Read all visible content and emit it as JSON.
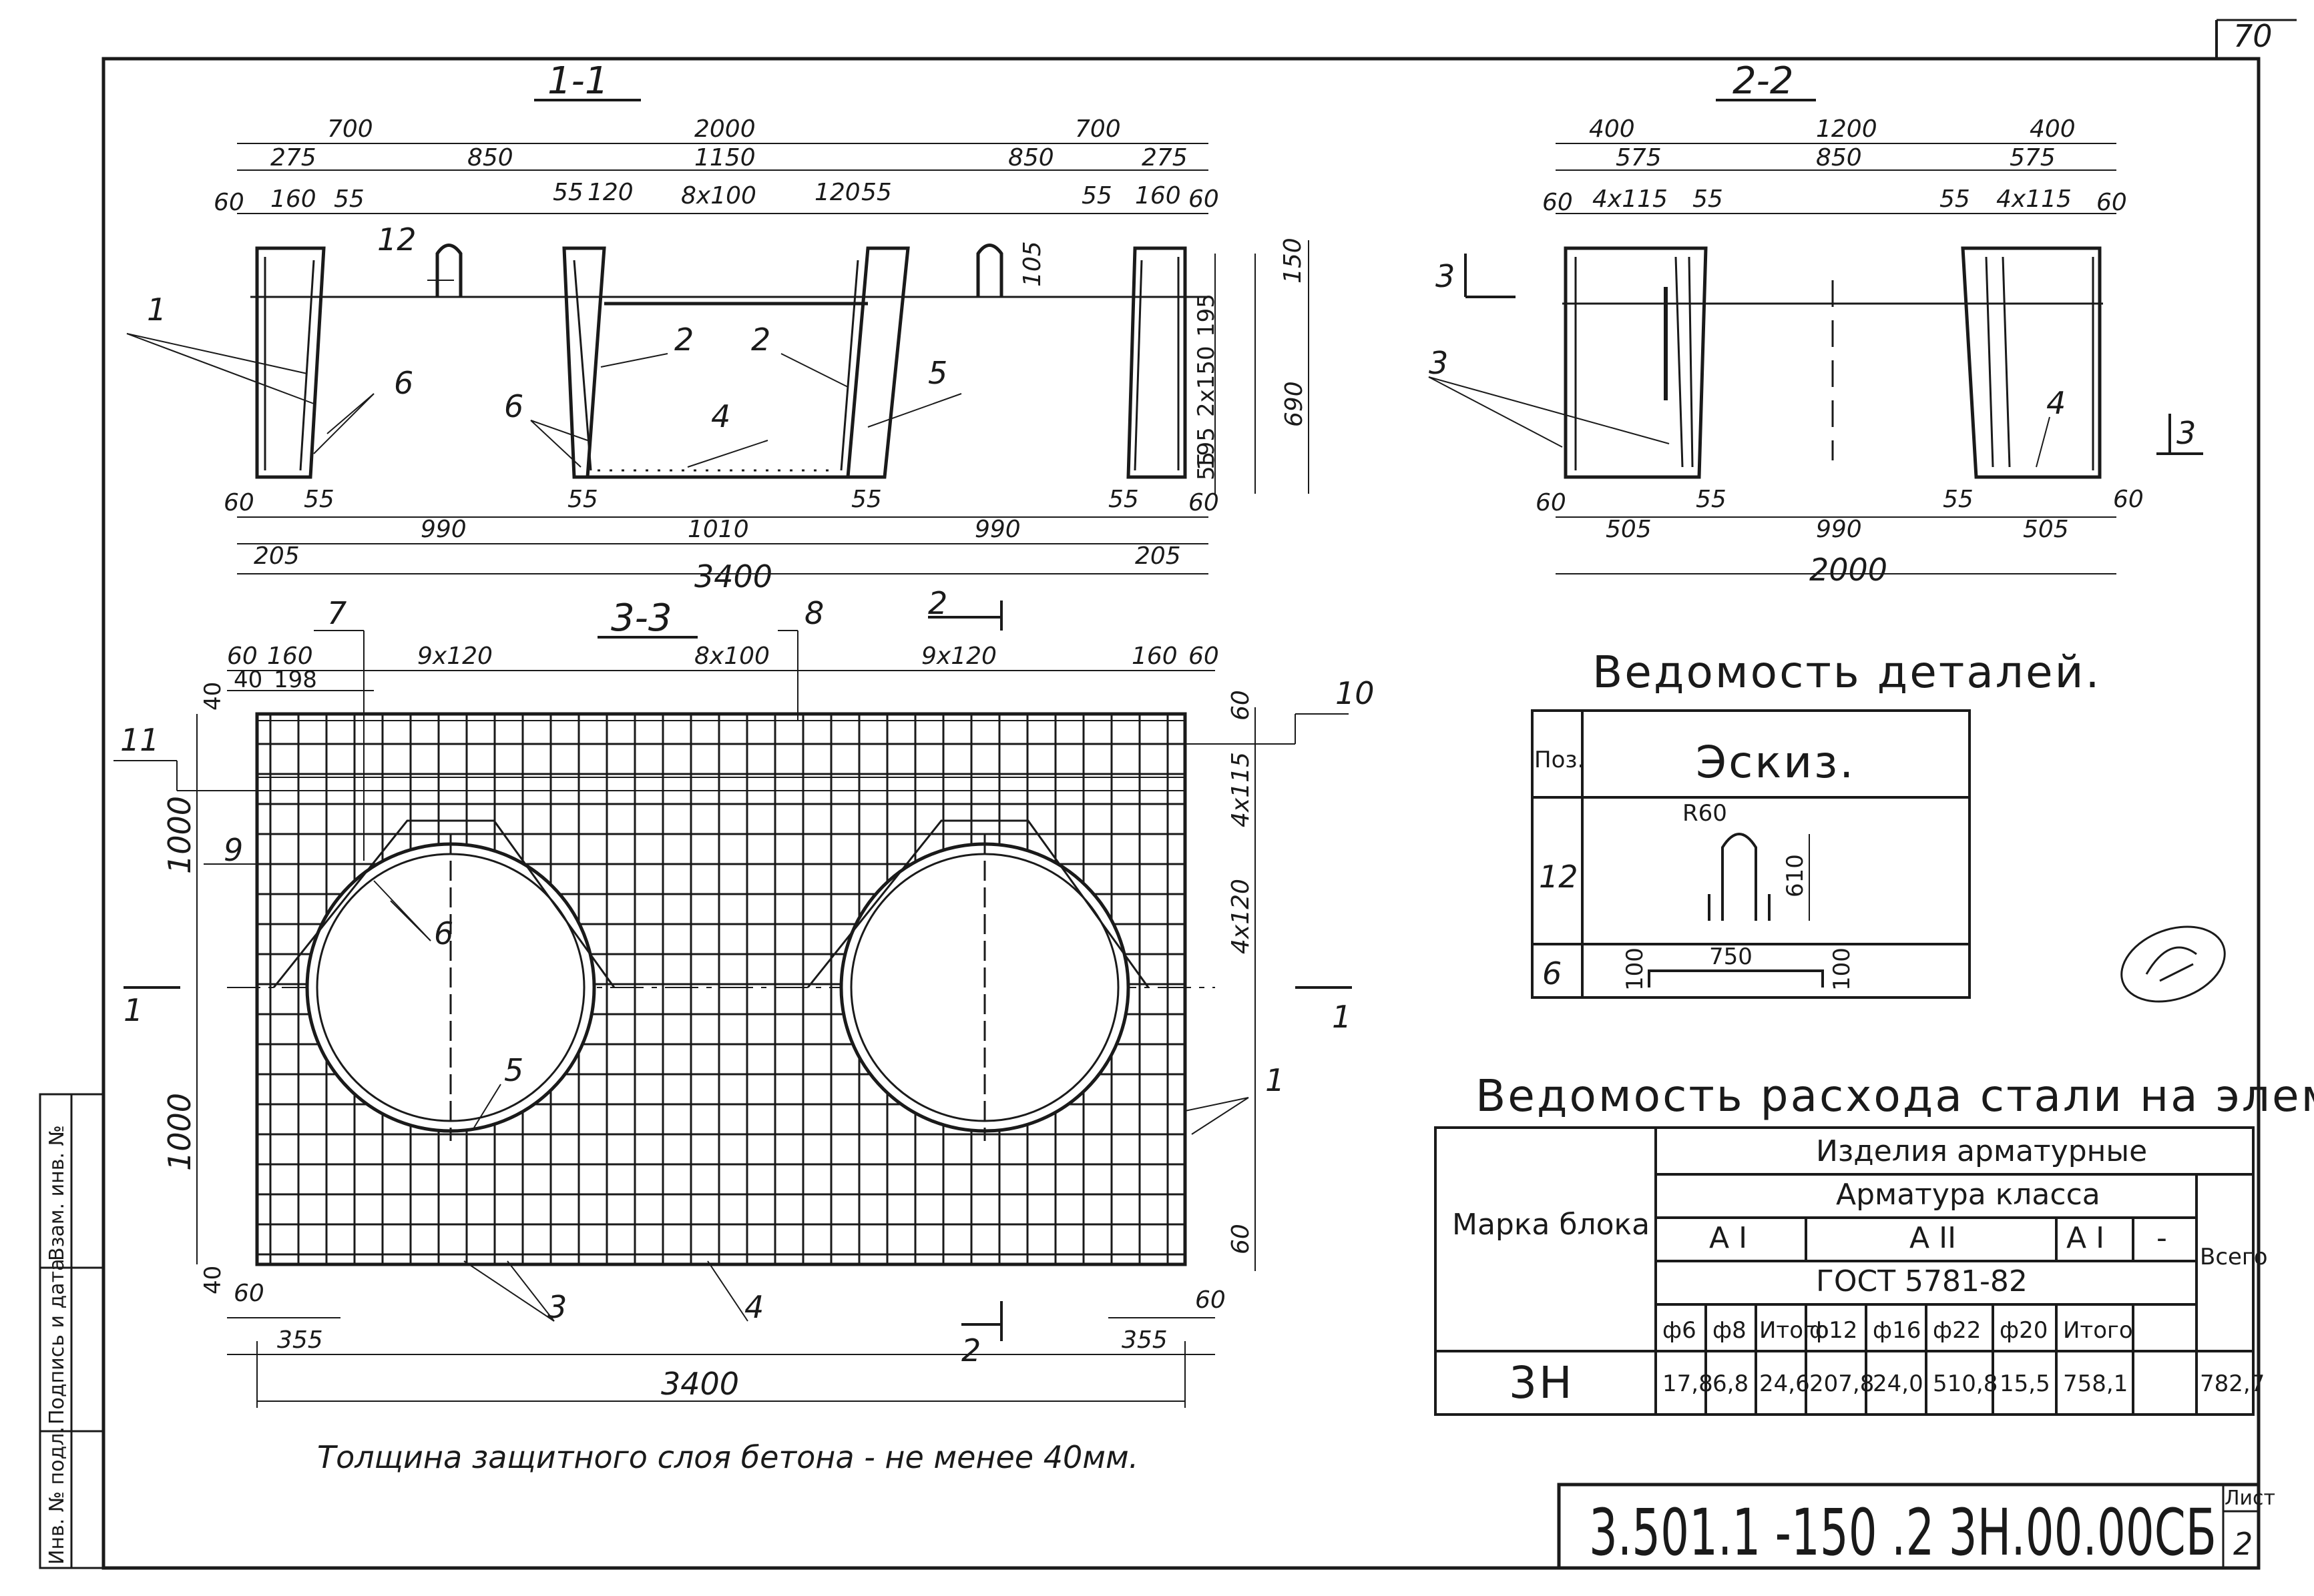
{
  "sheet_corner": "70",
  "sections": {
    "s11": "1-1",
    "s22": "2-2",
    "s33": "3-3"
  },
  "dims_11": {
    "top": [
      "700",
      "2000",
      "700"
    ],
    "row2": [
      "275",
      "850",
      "1150",
      "850",
      "275"
    ],
    "row3": [
      "60",
      "160",
      "55",
      "55",
      "120",
      "8x100",
      "120",
      "55",
      "55",
      "160",
      "60"
    ],
    "right": [
      "150",
      "105",
      "195",
      "2x150",
      "195",
      "690",
      "55"
    ],
    "bottom1": [
      "60",
      "55",
      "990",
      "55",
      "1010",
      "55",
      "990",
      "55",
      "60"
    ],
    "bottom2": [
      "205",
      "205"
    ],
    "total": "3400"
  },
  "dims_22": {
    "top": [
      "400",
      "1200",
      "400"
    ],
    "row2": [
      "575",
      "850",
      "575"
    ],
    "row3": [
      "60",
      "4x115",
      "55",
      "55",
      "4x115",
      "60"
    ],
    "bottom1": [
      "60",
      "505",
      "55",
      "990",
      "55",
      "505",
      "60"
    ],
    "total": "2000"
  },
  "dims_33": {
    "top": [
      "60",
      "160",
      "9x120",
      "8x100",
      "9x120",
      "160",
      "60"
    ],
    "top2": [
      "40",
      "40",
      "198"
    ],
    "right": [
      "60",
      "4x115",
      "4x120",
      "60",
      "60"
    ],
    "left": [
      "1000",
      "1000",
      "40"
    ],
    "bottom": [
      "60",
      "355",
      "355"
    ],
    "total": "3400"
  },
  "positions": [
    "1",
    "2",
    "2",
    "3",
    "4",
    "5",
    "6",
    "6",
    "7",
    "8",
    "9",
    "10",
    "11",
    "12"
  ],
  "cut_marks": {
    "m1": "1",
    "m2": "2",
    "m3": "3"
  },
  "details": {
    "title": "Ведомость деталей.",
    "col_pos": "Поз.",
    "col_sketch": "Эскиз.",
    "rows": [
      {
        "pos": "12",
        "r": "R60",
        "h": "610"
      },
      {
        "pos": "6",
        "w": "750",
        "h1": "100",
        "h2": "100"
      }
    ]
  },
  "steel": {
    "title": "Ведомость расхода стали на элемент, кг.",
    "mark_header": "Марка блока",
    "group": "Изделия арматурные",
    "subgroup": "Арматура класса",
    "classes": [
      "A I",
      "A II",
      "A I",
      "-"
    ],
    "gost": "ГОСТ 5781-82",
    "total_header": "Всего",
    "diams": [
      "ф6",
      "ф8",
      "Итого",
      "ф12",
      "ф16",
      "ф22",
      "ф20",
      "Итого"
    ],
    "row": {
      "mark": "3Н",
      "values": [
        "17,8",
        "6,8",
        "24,6",
        "207,8",
        "24,0",
        "510,8",
        "15,5",
        "758,1"
      ],
      "total": "782,7"
    }
  },
  "note": "Толщина защитного слоя бетона - не менее 40мм.",
  "side_labels": [
    "Инв. № подл.",
    "Подпись и дата",
    "Взам. инв. №"
  ],
  "stamp": {
    "code": "3.501.1 -150 .2  3Н.00.00СБ",
    "sheet_label": "Лист",
    "sheet_no": "2"
  }
}
